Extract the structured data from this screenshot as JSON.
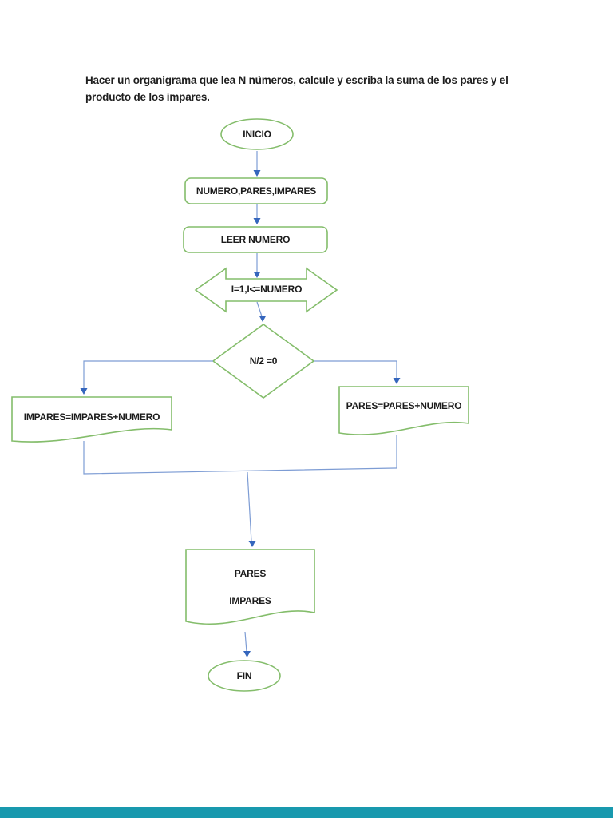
{
  "title": "Hacer un organigrama que lea N números, calcule y escriba la suma de los pares y el producto de los impares.",
  "colors": {
    "shape_outline_green": "#84bd6b",
    "connector_line_blue": "#7d9cd4",
    "arrowhead_blue": "#3566bd",
    "footer_bar_teal": "#1899ae",
    "text": "#1c1c1c",
    "page_background": "#ffffff"
  },
  "flowchart": {
    "start": {
      "shape": "ellipse",
      "label": "INICIO"
    },
    "declare": {
      "shape": "rounded-rect",
      "label": "NUMERO,PARES,IMPARES"
    },
    "read": {
      "shape": "rounded-rect",
      "label": "LEER NUMERO"
    },
    "loop": {
      "shape": "left-right-arrow",
      "label": "I=1,I<=NUMERO"
    },
    "decision": {
      "shape": "diamond",
      "label": "N/2 =0"
    },
    "odd_branch": {
      "shape": "document",
      "label": "IMPARES=IMPARES+NUMERO"
    },
    "even_branch": {
      "shape": "document",
      "label": "PARES=PARES+NUMERO"
    },
    "output": {
      "shape": "document",
      "line1": "PARES",
      "line2": "IMPARES"
    },
    "end": {
      "shape": "ellipse",
      "label": "FIN"
    }
  }
}
